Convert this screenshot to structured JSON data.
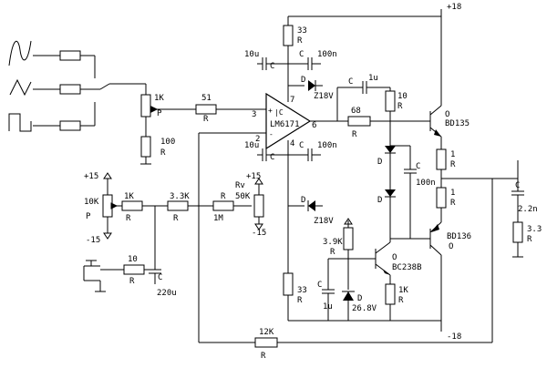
{
  "labels": {
    "rail_pos": "+18",
    "rail_neg": "-18",
    "r_top_33": "33",
    "r_top_33_unit": "R",
    "c_10u_top": "10u",
    "c_top_label": "C",
    "c_100n_top": "100n",
    "c_top_label2": "C",
    "r_1k_pot": "1K",
    "r_1k_pot_p": "P",
    "r_100": "100",
    "r_100_unit": "R",
    "r_51": "51",
    "r_51_unit": "R",
    "pin3": "3",
    "pin7": "7",
    "pin6": "6",
    "pin2": "2",
    "pin4": "4",
    "opamp": "LM6171",
    "opamp_plus": "+",
    "opamp_minus": "-",
    "z_top": "Z18V",
    "d_top": "D",
    "c_1u_fb": "1u",
    "c_fb_label": "C",
    "r_68": "68",
    "r_68_unit": "R",
    "r_10": "10",
    "r_10_unit": "R",
    "d1": "D",
    "d2": "D",
    "c_100n_mid": "100n",
    "c_mid_label": "C",
    "q_bd135": "BD135",
    "q_bd135_o": "O",
    "r_1a": "1",
    "r_1a_unit": "R",
    "r_1b": "1",
    "r_1b_unit": "R",
    "q_bd136": "BD136",
    "q_bd136_o": "O",
    "c_10u_bot": "10u",
    "c_bot_label": "C",
    "c_100n_bot": "100n",
    "c_bot_label2": "C",
    "c_out": "C",
    "c_out_val": "2.2n",
    "r_out": "3.3",
    "r_out_unit": "R",
    "plus15_a": "+15",
    "minus15_a": "-15",
    "p_10k": "10K",
    "p_10k_p": "P",
    "r_1k_b": "1K",
    "r_1k_b_unit": "R",
    "r_3_3k": "3.3K",
    "r_3_3k_unit": "R",
    "r_rv": "R",
    "r_1m": "1M",
    "rv_label": "Rv",
    "rv_val": "50K",
    "plus15_b": "+15",
    "minus15_b": "-15",
    "z_bot": "Z18V",
    "d_bot": "D",
    "r_3_9k": "3.9K",
    "r_3_9k_unit": "R",
    "q_bc238": "BC238B",
    "q_bc238_o": "O",
    "r_10_b": "10",
    "r_10_b_unit": "R",
    "c_220u": "220u",
    "c_220u_label": "C",
    "r_33_bot": "33",
    "r_33_bot_unit": "R",
    "c_1u_bot": "1u",
    "c_1u_bot_label": "C",
    "z_26": "26.8V",
    "d_26": "D",
    "r_1k_c": "1K",
    "r_1k_c_unit": "R",
    "r_12k": "12K",
    "r_12k_unit": "R"
  }
}
